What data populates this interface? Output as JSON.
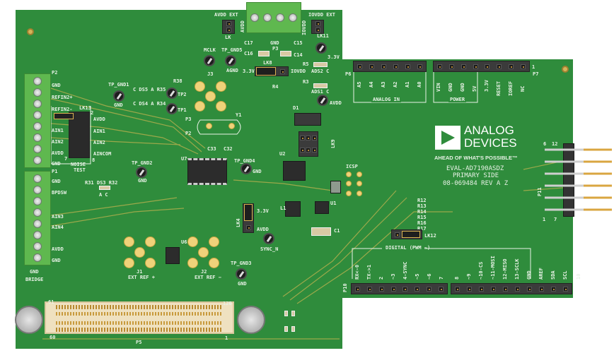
{
  "logo": {
    "line1": "ANALOG",
    "line2": "DEVICES",
    "tagline": "AHEAD OF WHAT'S POSSIBLE™"
  },
  "board_info": {
    "model": "EVAL-AD7190ASDZ",
    "side": "PRIMARY SIDE",
    "part_rev": "08-069484 REV A Z"
  },
  "colors": {
    "pcb": "#2f8c3c",
    "silkscreen": "#e8f2e6",
    "terminal_block": "#5fb84f",
    "gold": "#efd27a"
  },
  "p2": {
    "name": "P2",
    "pins": [
      "GND",
      "REFIN2+",
      "REFIN2-",
      "AIN1",
      "AIN2",
      "AVDD",
      "GND"
    ]
  },
  "lk13": {
    "name": "LK13",
    "labels": [
      "AVDD",
      "AIN1",
      "AIN2",
      "AINCOM"
    ],
    "title1": "NOISE",
    "title2": "TEST",
    "n2": "2",
    "n7": "7",
    "n8": "8"
  },
  "p1": {
    "name": "P1",
    "pins": [
      "GND",
      "BPDSW",
      "AIN3",
      "AIN4",
      "AVDD",
      "GND"
    ],
    "bottom1": "GND",
    "bottom2": "BRIDGE"
  },
  "p3": {
    "name": "P3",
    "left": "AVDD",
    "right": "IOVDD",
    "gnd": "GND"
  },
  "top": {
    "avdd_ext": "AVDD EXT",
    "iovdd_ext": "IOVDD EXT",
    "lk": "LK",
    "lk11": "LK11",
    "mclk": "MCLK",
    "tp_gnd5": "TP_GND5",
    "agnd": "AGND",
    "v33a": "3.3V",
    "v33b": "3.3V",
    "iovdd": "IOVDD",
    "lk8": "LK8",
    "ads2": "ADS2 C",
    "ads1": "ADS1 C",
    "avdd": "AVDD",
    "r5": "R5",
    "r3": "R3",
    "r4": "R4",
    "c17": "C17",
    "c15": "C15",
    "c16": "C16",
    "c14": "C14"
  },
  "mid": {
    "tp_gnd1": "TP_GND1",
    "gnd1": "GND",
    "tp2": "TP2",
    "tp1": "TP1",
    "ds5": "C DS5 A R35",
    "ds4": "C DS4 A R34",
    "r38": "R38",
    "j3": "J3",
    "y1": "Y1",
    "p3lbl": "P3",
    "p2lbl": "P2",
    "c33": "C33",
    "c32": "C32",
    "u7": "U7",
    "tp_gnd2": "TP_GND2",
    "gnd2": "GND",
    "tp_gnd4": "TP_GND4",
    "gnd4": "GND",
    "r31": "R31 DS3 R32",
    "ac": "A C",
    "d1": "D1",
    "lk9": "LK9",
    "u2": "U2",
    "icsp": "ICSP",
    "u1": "U1",
    "l1": "L1",
    "c1": "C1",
    "lk4": "LK4",
    "v33": "3.3V",
    "avdd": "AVDD",
    "sync": "SYNC_N",
    "tp_gnd3": "TP_GND3",
    "gnd3": "GND",
    "j1": "J1",
    "j1b": "EXT REF +",
    "j2": "J2",
    "j2b": "EXT REF −",
    "u6": "U6",
    "lk12": "LK12",
    "r12": "R12 R13 R14 R15 R16 R17"
  },
  "p6": {
    "name": "P6",
    "title": "ANALOG IN",
    "pins": [
      "A5",
      "A4",
      "A3",
      "A2",
      "A1",
      "A0"
    ]
  },
  "p7": {
    "name": "P7",
    "title": "POWER",
    "pins": [
      "VIN",
      "GND",
      "GND",
      "5V",
      "3.3V",
      "RESET",
      "IOREF",
      "NC"
    ],
    "n1": "1"
  },
  "p10": {
    "name": "P10",
    "title": "DIGITAL (PWM ~)",
    "pins": [
      "RX<-0",
      "TX->1",
      "2",
      "~3",
      "4-SYNC",
      "~5",
      "~6",
      "7",
      "8",
      "~9",
      "~10-CS",
      "~11-MOSI",
      "12-MISO",
      "13-SCLK",
      "GND",
      "AREF",
      "SDA",
      "SCL"
    ],
    "n10": "10"
  },
  "p11": {
    "name": "P11",
    "n6": "6",
    "n12": "12",
    "n1": "1",
    "n7": "7"
  },
  "p5": {
    "name": "P5",
    "n61": "61",
    "n120": "120",
    "n60": "60",
    "n1": "1"
  }
}
